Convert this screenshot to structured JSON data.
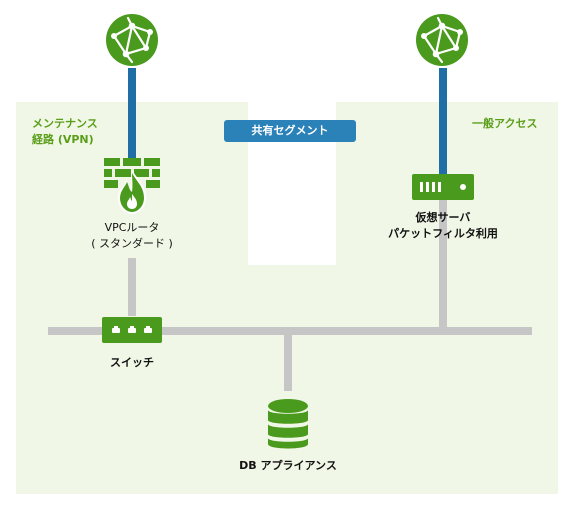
{
  "zones": {
    "maintenance": {
      "line1": "メンテナンス",
      "line2": "経路 (VPN)"
    },
    "shared_segment": "共有セグメント",
    "general_access": "一般アクセス"
  },
  "nodes": {
    "vpc_router": {
      "line1": "VPCルータ",
      "line2": "( スタンダード )"
    },
    "virtual_server": {
      "line1": "仮想サーバ",
      "line2": "パケットフィルタ利用"
    },
    "switch": "スイッチ",
    "db_appliance": "DB アプライアンス"
  },
  "icons": {
    "globe_left": "globe-icon",
    "globe_right": "globe-icon",
    "firewall": "firewall-router-icon",
    "server": "server-icon",
    "switch": "switch-icon",
    "database": "database-icon"
  },
  "colors": {
    "green": "#4a9a1e",
    "zone_bg": "#f1f7e6",
    "blue_line": "#1f6fa6",
    "pill": "#2a82b8",
    "gray_line": "#c6c6c6",
    "zone_label": "#5a9e1a"
  }
}
